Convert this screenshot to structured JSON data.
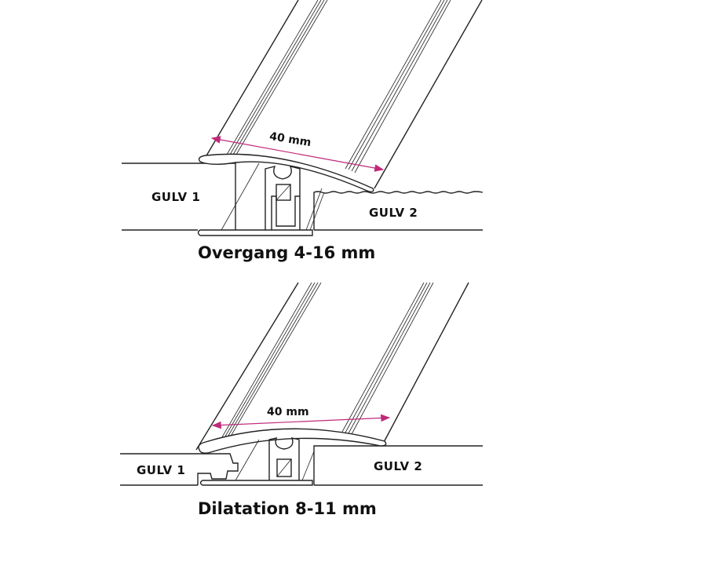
{
  "top": {
    "dimension": "40 mm",
    "floor_left": "GULV 1",
    "floor_right": "GULV 2",
    "caption": "Overgang 4-16 mm"
  },
  "bottom": {
    "dimension": "40 mm",
    "floor_left": "GULV 1",
    "floor_right": "GULV 2",
    "caption": "Dilatation 8-11 mm"
  },
  "colors": {
    "line": "#222222",
    "arrow": "#c0287a"
  }
}
